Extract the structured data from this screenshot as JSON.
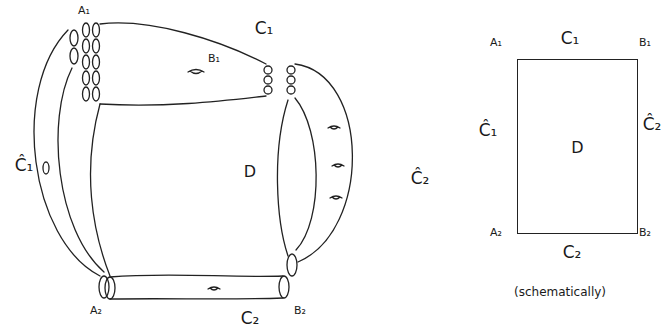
{
  "diagram": {
    "nodes": [
      {
        "text": [
          "D"
        ]
      }
    ],
    "labels": [
      "A₁",
      "B₁",
      "C₁",
      "Ĉ₁",
      "D",
      "Ĉ₂",
      "A₂",
      "C₂",
      "B₂",
      "A₁",
      "C₁",
      "B₁",
      "Ĉ₁",
      "Ĉ₂",
      "A₂",
      "C₂",
      "B₂",
      "(schematically)"
    ]
  }
}
